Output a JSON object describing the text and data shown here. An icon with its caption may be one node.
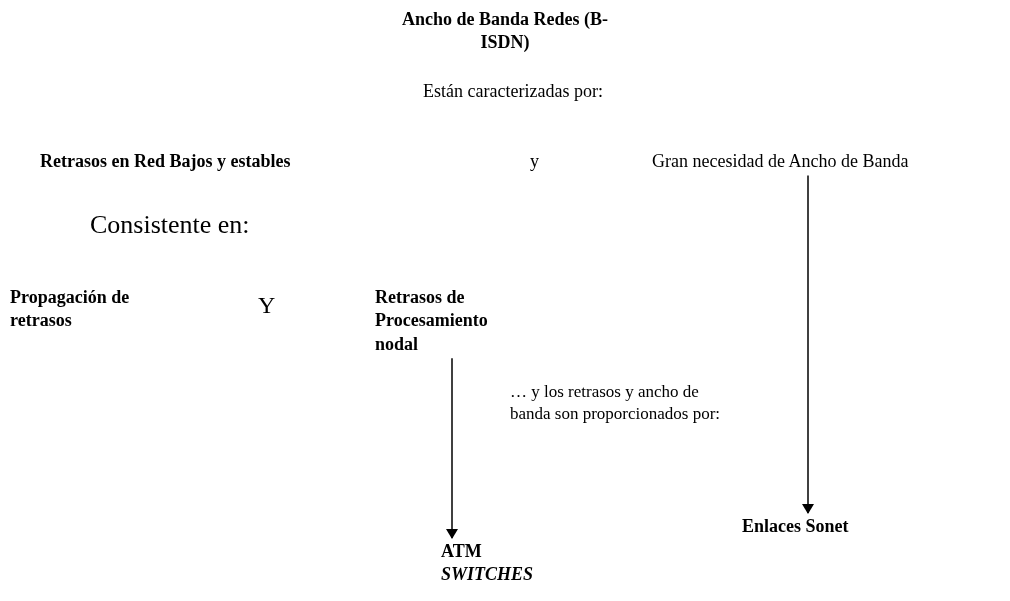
{
  "diagram": {
    "title": "Ancho de Banda Redes (B-ISDN)",
    "nodes": [
      {
        "text": [
          "Gran necesidad de Ancho de Banda"
        ]
      },
      {
        "text": [
          "Retrasos de Procesamiento nodal"
        ]
      },
      {
        "text": [
          "ATM *SWITCHES*"
        ]
      },
      {
        "text": [
          "Enlaces Sonet"
        ]
      }
    ],
    "edges": [
      {
        "from": 1,
        "to": 2,
        "arrow": "to"
      },
      {
        "from": 0,
        "to": 3,
        "arrow": "to"
      }
    ],
    "labels": [
      "Están caracterizadas por:",
      "Retrasos en Red Bajos y estables",
      "y",
      "Consistente en:",
      "Propagación de retrasos",
      "Y",
      "… y los retrasos y ancho de banda son proporcionados por:"
    ]
  }
}
